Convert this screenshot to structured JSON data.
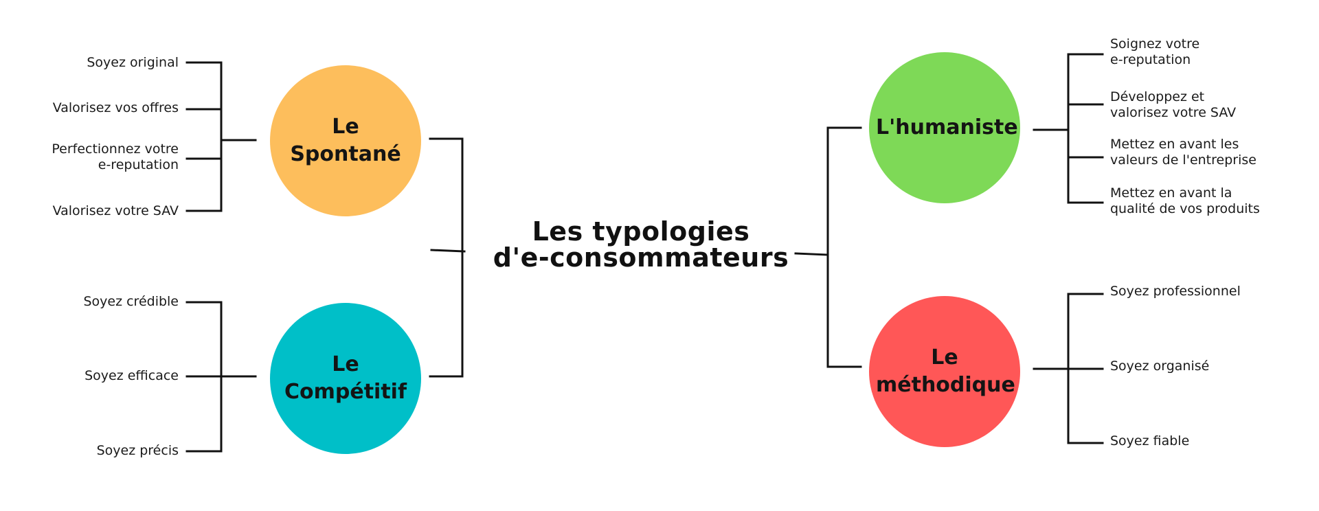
{
  "title": {
    "line1": "Les typologies",
    "line2": "d'e-consommateurs"
  },
  "colors": {
    "spontane": "#FDBE5C",
    "competitif": "#00BFC8",
    "humaniste": "#7ED957",
    "methodique": "#FF5757",
    "lines": "#111111"
  },
  "profiles": {
    "spontane": {
      "label": "Le Spontané",
      "tips": [
        "Soyez original",
        "Valorisez vos offres",
        "Perfectionnez votre\ne-reputation",
        "Valorisez votre SAV"
      ]
    },
    "competitif": {
      "label": "Le\nCompétitif",
      "tips": [
        "Soyez crédible",
        "Soyez efficace",
        "Soyez précis"
      ]
    },
    "humaniste": {
      "label": "L'humaniste",
      "tips": [
        "Soignez votre\ne-reputation",
        "Développez et\nvalorisez votre SAV",
        "Mettez en avant les\nvaleurs de l'entreprise",
        "Mettez en avant la\nqualité de vos produits"
      ]
    },
    "methodique": {
      "label": "Le\nméthodique",
      "tips": [
        "Soyez professionnel",
        "Soyez organisé",
        "Soyez fiable"
      ]
    }
  }
}
